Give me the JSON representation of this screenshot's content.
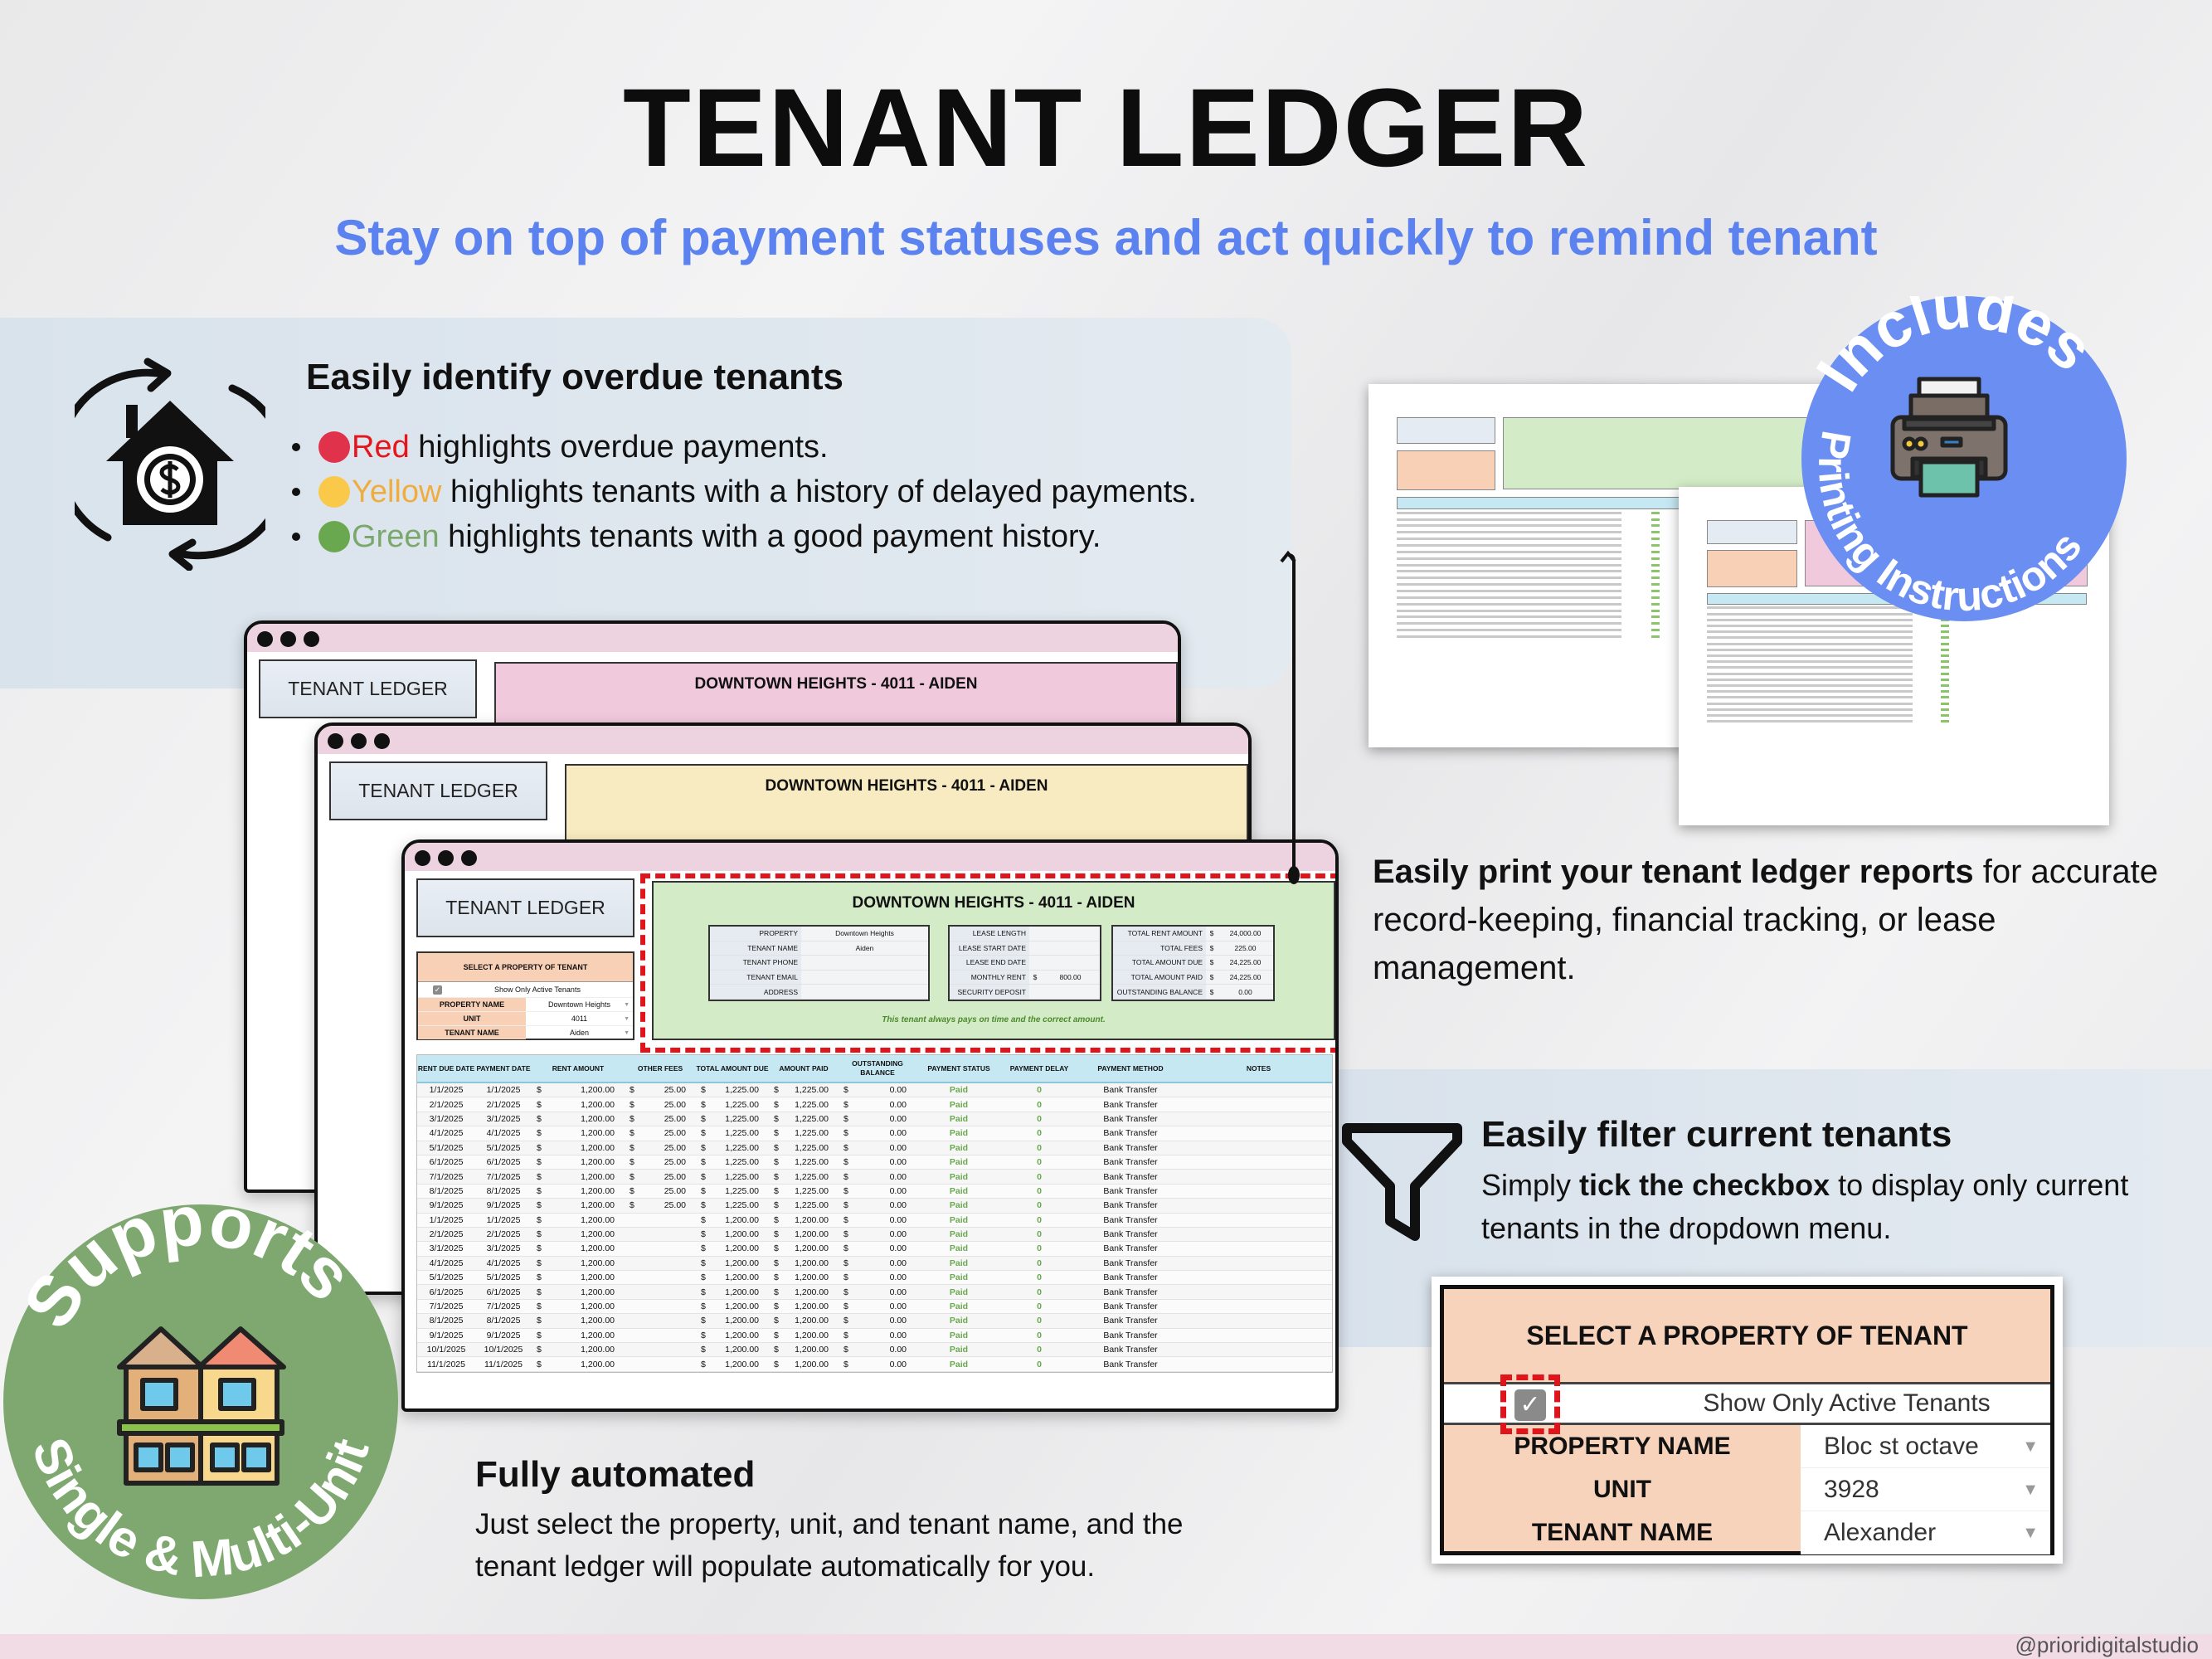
{
  "header": {
    "title": "TENANT LEDGER",
    "subtitle": "Stay on top of payment statuses and act quickly to remind tenant"
  },
  "colors": {
    "accent_blue": "#5b82ef",
    "red": "#e8141b",
    "red_dot": "#e0324a",
    "yellow": "#f0ad3e",
    "yellow_dot": "#fbc94a",
    "green": "#7aa86c",
    "green_dot": "#6aa84f",
    "panel_green": "#d3ecc7",
    "panel_yellow": "#f8ebc1",
    "panel_pink": "#f1c9dc",
    "badge_blue": "#6b8ef2",
    "badge_green": "#7ea870"
  },
  "features": {
    "overdue": {
      "icon": "house-dollar-cycle-icon",
      "heading": "Easily identify overdue tenants",
      "bullets": [
        {
          "color_word": "Red",
          "text": " highlights overdue payments."
        },
        {
          "color_word": "Yellow",
          "text": " highlights tenants with a history of delayed payments."
        },
        {
          "color_word": "Green",
          "text": " highlights tenants with a good payment history."
        }
      ]
    },
    "print": {
      "bold": "Easily print your tenant ledger reports",
      "text": " for accurate record-keeping, financial tracking, or lease management."
    },
    "filter": {
      "icon": "funnel-icon",
      "heading": "Easily filter current tenants",
      "pre": "Simply ",
      "bold": "tick the checkbox",
      "post": " to display only current tenants in the dropdown menu."
    },
    "automated": {
      "heading": "Fully automated",
      "text": "Just select the property, unit, and tenant name, and the tenant ledger will populate automatically for you."
    }
  },
  "badges": {
    "includes": {
      "top": "Includes",
      "bottom": "Printing Instructions",
      "icon": "printer-icon"
    },
    "supports": {
      "top": "Supports",
      "bottom": "Single & Multi-Unit",
      "icon": "buildings-icon"
    }
  },
  "sheet": {
    "title_box": "TENANT LEDGER",
    "selector": {
      "header": "SELECT A PROPERTY OF TENANT",
      "checkbox_label": "Show Only Active Tenants",
      "checked": true,
      "fields": [
        {
          "label": "PROPERTY NAME",
          "value": "Downtown Heights"
        },
        {
          "label": "UNIT",
          "value": "4011"
        },
        {
          "label": "TENANT NAME",
          "value": "Aiden"
        }
      ]
    },
    "summary": {
      "title": "DOWNTOWN HEIGHTS - 4011 - AIDEN",
      "tenant_info": [
        {
          "label": "PROPERTY",
          "value": "Downtown Heights"
        },
        {
          "label": "TENANT NAME",
          "value": "Aiden"
        },
        {
          "label": "TENANT PHONE",
          "value": ""
        },
        {
          "label": "TENANT EMAIL",
          "value": ""
        },
        {
          "label": "ADDRESS",
          "value": ""
        }
      ],
      "lease_info": [
        {
          "label": "LEASE LENGTH",
          "cur": "",
          "value": ""
        },
        {
          "label": "LEASE START DATE",
          "cur": "",
          "value": ""
        },
        {
          "label": "LEASE END DATE",
          "cur": "",
          "value": ""
        },
        {
          "label": "MONTHLY RENT",
          "cur": "$",
          "value": "800.00"
        },
        {
          "label": "SECURITY DEPOSIT",
          "cur": "",
          "value": ""
        }
      ],
      "totals": [
        {
          "label": "TOTAL RENT AMOUNT",
          "cur": "$",
          "value": "24,000.00"
        },
        {
          "label": "TOTAL FEES",
          "cur": "$",
          "value": "225.00"
        },
        {
          "label": "TOTAL AMOUNT DUE",
          "cur": "$",
          "value": "24,225.00"
        },
        {
          "label": "TOTAL AMOUNT PAID",
          "cur": "$",
          "value": "24,225.00"
        },
        {
          "label": "OUTSTANDING BALANCE",
          "cur": "$",
          "value": "0.00"
        }
      ],
      "note": "This tenant always pays on time and the correct amount."
    },
    "currency": "$",
    "columns": [
      "RENT DUE DATE",
      "PAYMENT DATE",
      "RENT AMOUNT",
      "OTHER FEES",
      "TOTAL AMOUNT DUE",
      "AMOUNT PAID",
      "OUTSTANDING BALANCE",
      "PAYMENT STATUS",
      "PAYMENT DELAY",
      "PAYMENT METHOD",
      "NOTES"
    ],
    "rows": [
      {
        "due": "1/1/2025",
        "date": "1/1/2025",
        "rent": "1,200.00",
        "fees": "25.00",
        "total": "1,225.00",
        "paid": "1,225.00",
        "balance": "0.00",
        "status": "Paid",
        "delay": "0",
        "method": "Bank Transfer",
        "notes": ""
      },
      {
        "due": "2/1/2025",
        "date": "2/1/2025",
        "rent": "1,200.00",
        "fees": "25.00",
        "total": "1,225.00",
        "paid": "1,225.00",
        "balance": "0.00",
        "status": "Paid",
        "delay": "0",
        "method": "Bank Transfer",
        "notes": ""
      },
      {
        "due": "3/1/2025",
        "date": "3/1/2025",
        "rent": "1,200.00",
        "fees": "25.00",
        "total": "1,225.00",
        "paid": "1,225.00",
        "balance": "0.00",
        "status": "Paid",
        "delay": "0",
        "method": "Bank Transfer",
        "notes": ""
      },
      {
        "due": "4/1/2025",
        "date": "4/1/2025",
        "rent": "1,200.00",
        "fees": "25.00",
        "total": "1,225.00",
        "paid": "1,225.00",
        "balance": "0.00",
        "status": "Paid",
        "delay": "0",
        "method": "Bank Transfer",
        "notes": ""
      },
      {
        "due": "5/1/2025",
        "date": "5/1/2025",
        "rent": "1,200.00",
        "fees": "25.00",
        "total": "1,225.00",
        "paid": "1,225.00",
        "balance": "0.00",
        "status": "Paid",
        "delay": "0",
        "method": "Bank Transfer",
        "notes": ""
      },
      {
        "due": "6/1/2025",
        "date": "6/1/2025",
        "rent": "1,200.00",
        "fees": "25.00",
        "total": "1,225.00",
        "paid": "1,225.00",
        "balance": "0.00",
        "status": "Paid",
        "delay": "0",
        "method": "Bank Transfer",
        "notes": ""
      },
      {
        "due": "7/1/2025",
        "date": "7/1/2025",
        "rent": "1,200.00",
        "fees": "25.00",
        "total": "1,225.00",
        "paid": "1,225.00",
        "balance": "0.00",
        "status": "Paid",
        "delay": "0",
        "method": "Bank Transfer",
        "notes": ""
      },
      {
        "due": "8/1/2025",
        "date": "8/1/2025",
        "rent": "1,200.00",
        "fees": "25.00",
        "total": "1,225.00",
        "paid": "1,225.00",
        "balance": "0.00",
        "status": "Paid",
        "delay": "0",
        "method": "Bank Transfer",
        "notes": ""
      },
      {
        "due": "9/1/2025",
        "date": "9/1/2025",
        "rent": "1,200.00",
        "fees": "25.00",
        "total": "1,225.00",
        "paid": "1,225.00",
        "balance": "0.00",
        "status": "Paid",
        "delay": "0",
        "method": "Bank Transfer",
        "notes": ""
      },
      {
        "due": "1/1/2025",
        "date": "1/1/2025",
        "rent": "1,200.00",
        "fees": "",
        "total": "1,200.00",
        "paid": "1,200.00",
        "balance": "0.00",
        "status": "Paid",
        "delay": "0",
        "method": "Bank Transfer",
        "notes": ""
      },
      {
        "due": "2/1/2025",
        "date": "2/1/2025",
        "rent": "1,200.00",
        "fees": "",
        "total": "1,200.00",
        "paid": "1,200.00",
        "balance": "0.00",
        "status": "Paid",
        "delay": "0",
        "method": "Bank Transfer",
        "notes": ""
      },
      {
        "due": "3/1/2025",
        "date": "3/1/2025",
        "rent": "1,200.00",
        "fees": "",
        "total": "1,200.00",
        "paid": "1,200.00",
        "balance": "0.00",
        "status": "Paid",
        "delay": "0",
        "method": "Bank Transfer",
        "notes": ""
      },
      {
        "due": "4/1/2025",
        "date": "4/1/2025",
        "rent": "1,200.00",
        "fees": "",
        "total": "1,200.00",
        "paid": "1,200.00",
        "balance": "0.00",
        "status": "Paid",
        "delay": "0",
        "method": "Bank Transfer",
        "notes": ""
      },
      {
        "due": "5/1/2025",
        "date": "5/1/2025",
        "rent": "1,200.00",
        "fees": "",
        "total": "1,200.00",
        "paid": "1,200.00",
        "balance": "0.00",
        "status": "Paid",
        "delay": "0",
        "method": "Bank Transfer",
        "notes": ""
      },
      {
        "due": "6/1/2025",
        "date": "6/1/2025",
        "rent": "1,200.00",
        "fees": "",
        "total": "1,200.00",
        "paid": "1,200.00",
        "balance": "0.00",
        "status": "Paid",
        "delay": "0",
        "method": "Bank Transfer",
        "notes": ""
      },
      {
        "due": "7/1/2025",
        "date": "7/1/2025",
        "rent": "1,200.00",
        "fees": "",
        "total": "1,200.00",
        "paid": "1,200.00",
        "balance": "0.00",
        "status": "Paid",
        "delay": "0",
        "method": "Bank Transfer",
        "notes": ""
      },
      {
        "due": "8/1/2025",
        "date": "8/1/2025",
        "rent": "1,200.00",
        "fees": "",
        "total": "1,200.00",
        "paid": "1,200.00",
        "balance": "0.00",
        "status": "Paid",
        "delay": "0",
        "method": "Bank Transfer",
        "notes": ""
      },
      {
        "due": "9/1/2025",
        "date": "9/1/2025",
        "rent": "1,200.00",
        "fees": "",
        "total": "1,200.00",
        "paid": "1,200.00",
        "balance": "0.00",
        "status": "Paid",
        "delay": "0",
        "method": "Bank Transfer",
        "notes": ""
      },
      {
        "due": "10/1/2025",
        "date": "10/1/2025",
        "rent": "1,200.00",
        "fees": "",
        "total": "1,200.00",
        "paid": "1,200.00",
        "balance": "0.00",
        "status": "Paid",
        "delay": "0",
        "method": "Bank Transfer",
        "notes": ""
      },
      {
        "due": "11/1/2025",
        "date": "11/1/2025",
        "rent": "1,200.00",
        "fees": "",
        "total": "1,200.00",
        "paid": "1,200.00",
        "balance": "0.00",
        "status": "Paid",
        "delay": "0",
        "method": "Bank Transfer",
        "notes": ""
      }
    ]
  },
  "filter_box": {
    "header": "SELECT A PROPERTY OF TENANT",
    "checkbox_label": "Show Only Active Tenants",
    "checked": true,
    "fields": [
      {
        "label": "PROPERTY NAME",
        "value": "Bloc st octave"
      },
      {
        "label": "UNIT",
        "value": "3928"
      },
      {
        "label": "TENANT NAME",
        "value": "Alexander"
      }
    ]
  },
  "footer": {
    "handle": "@prioridigitalstudio"
  }
}
